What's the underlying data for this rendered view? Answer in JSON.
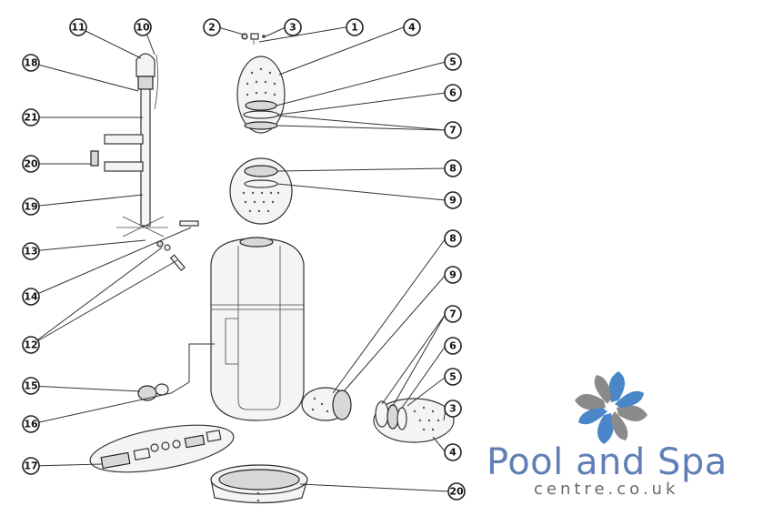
{
  "callouts": [
    {
      "id": "c11",
      "label": "11"
    },
    {
      "id": "c10",
      "label": "10"
    },
    {
      "id": "c2",
      "label": "2"
    },
    {
      "id": "c3a",
      "label": "3"
    },
    {
      "id": "c1",
      "label": "1"
    },
    {
      "id": "c4a",
      "label": "4"
    },
    {
      "id": "c18",
      "label": "18"
    },
    {
      "id": "c5a",
      "label": "5"
    },
    {
      "id": "c6a",
      "label": "6"
    },
    {
      "id": "c21",
      "label": "21"
    },
    {
      "id": "c7a",
      "label": "7"
    },
    {
      "id": "c20a",
      "label": "20"
    },
    {
      "id": "c8a",
      "label": "8"
    },
    {
      "id": "c19",
      "label": "19"
    },
    {
      "id": "c9a",
      "label": "9"
    },
    {
      "id": "c13",
      "label": "13"
    },
    {
      "id": "c8b",
      "label": "8"
    },
    {
      "id": "c14",
      "label": "14"
    },
    {
      "id": "c9b",
      "label": "9"
    },
    {
      "id": "c7b",
      "label": "7"
    },
    {
      "id": "c12",
      "label": "12"
    },
    {
      "id": "c6b",
      "label": "6"
    },
    {
      "id": "c5b",
      "label": "5"
    },
    {
      "id": "c15",
      "label": "15"
    },
    {
      "id": "c3b",
      "label": "3"
    },
    {
      "id": "c16",
      "label": "16"
    },
    {
      "id": "c4b",
      "label": "4"
    },
    {
      "id": "c17",
      "label": "17"
    },
    {
      "id": "c20b",
      "label": "20"
    }
  ],
  "logo": {
    "title": "Pool and Spa",
    "subtitle": "centre.co.uk",
    "colors": {
      "blue": "#4a86c8",
      "grey": "#8a8a8a",
      "text": "#5f7fb6"
    }
  }
}
